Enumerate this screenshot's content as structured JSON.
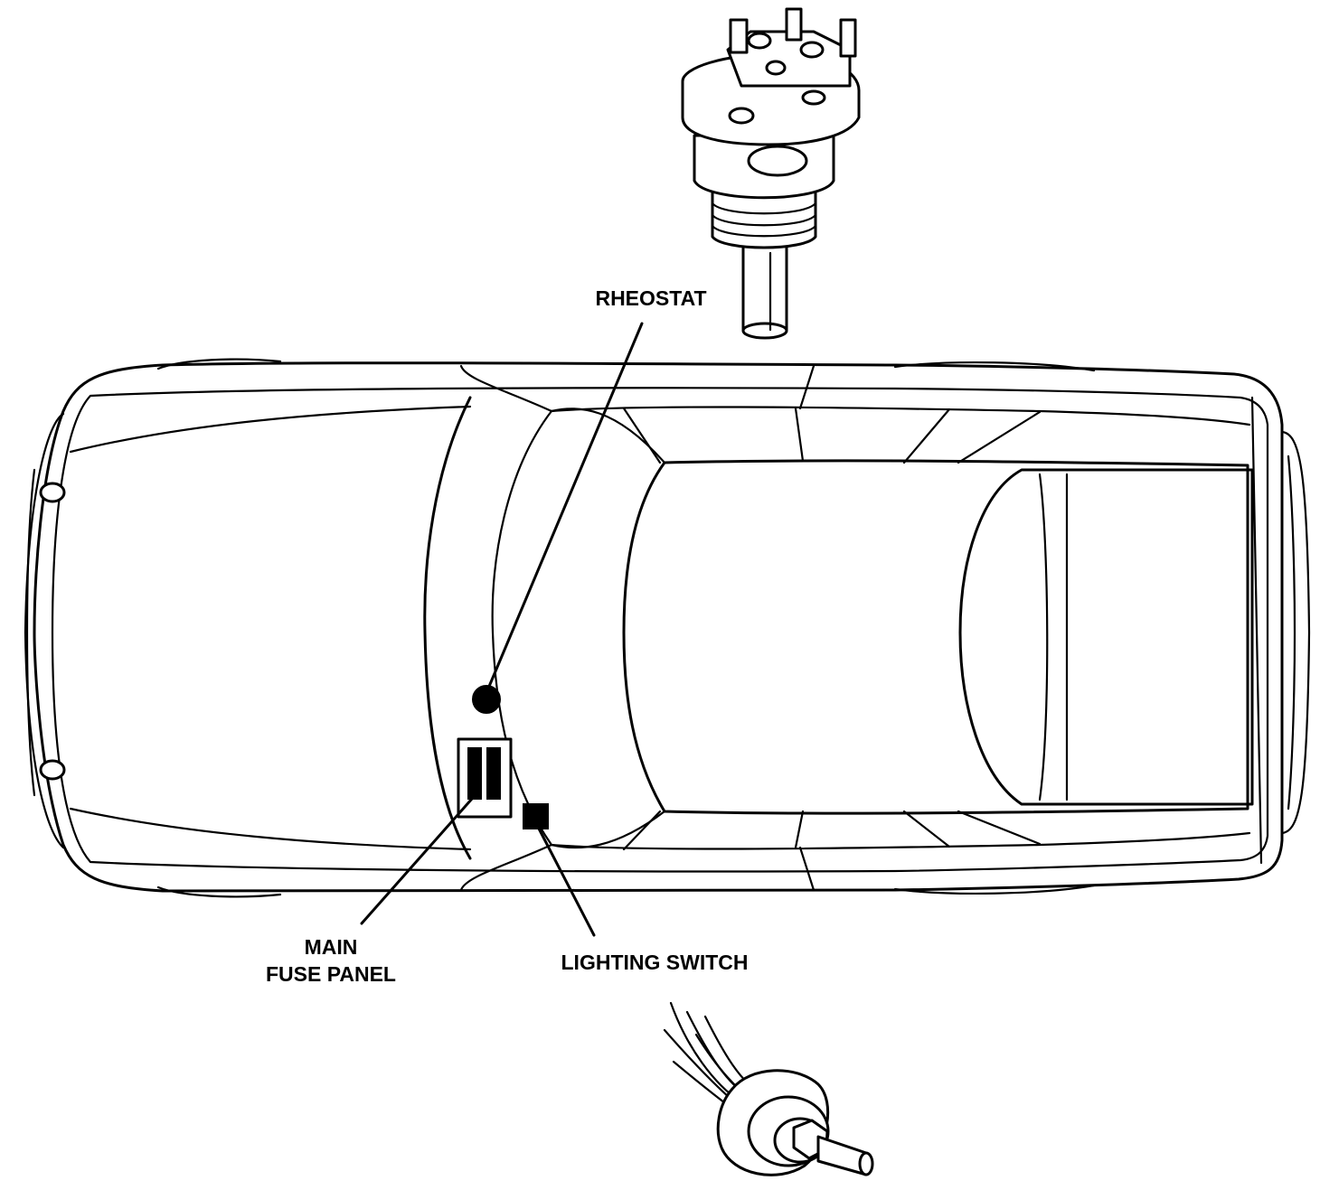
{
  "diagram": {
    "labels": {
      "rheostat": "RHEOSTAT",
      "main_fuse_panel_line1": "MAIN",
      "main_fuse_panel_line2": "FUSE PANEL",
      "lighting_switch": "LIGHTING SWITCH"
    },
    "colors": {
      "ink": "#000000",
      "paper": "#ffffff"
    },
    "icons": {
      "rheostat_marker": "filled-circle",
      "lighting_switch_marker": "filled-square",
      "fuse_panel_marker": "box-with-two-bars"
    }
  }
}
